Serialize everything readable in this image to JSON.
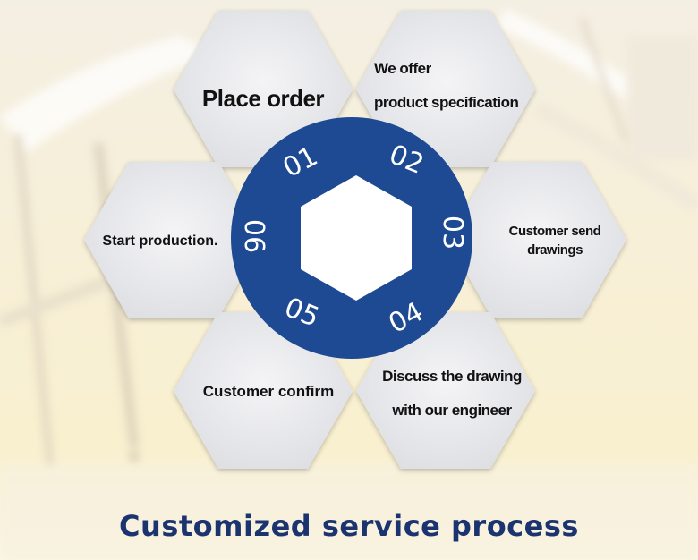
{
  "diagram": {
    "title": "Customized service process",
    "colors": {
      "ring": "#1d4a93",
      "title": "#1b3470",
      "hex_fill": "#eeeef0",
      "center": "#ffffff"
    },
    "steps": [
      {
        "number": "01",
        "lines": [
          "Place order"
        ]
      },
      {
        "number": "02",
        "lines": [
          "We offer",
          "product specification"
        ]
      },
      {
        "number": "03",
        "lines": [
          "Customer send drawings"
        ]
      },
      {
        "number": "04",
        "lines": [
          "Discuss the drawing",
          "with our engineer"
        ]
      },
      {
        "number": "05",
        "lines": [
          "Customer confirm"
        ]
      },
      {
        "number": "06",
        "lines": [
          "Start production."
        ]
      }
    ]
  }
}
